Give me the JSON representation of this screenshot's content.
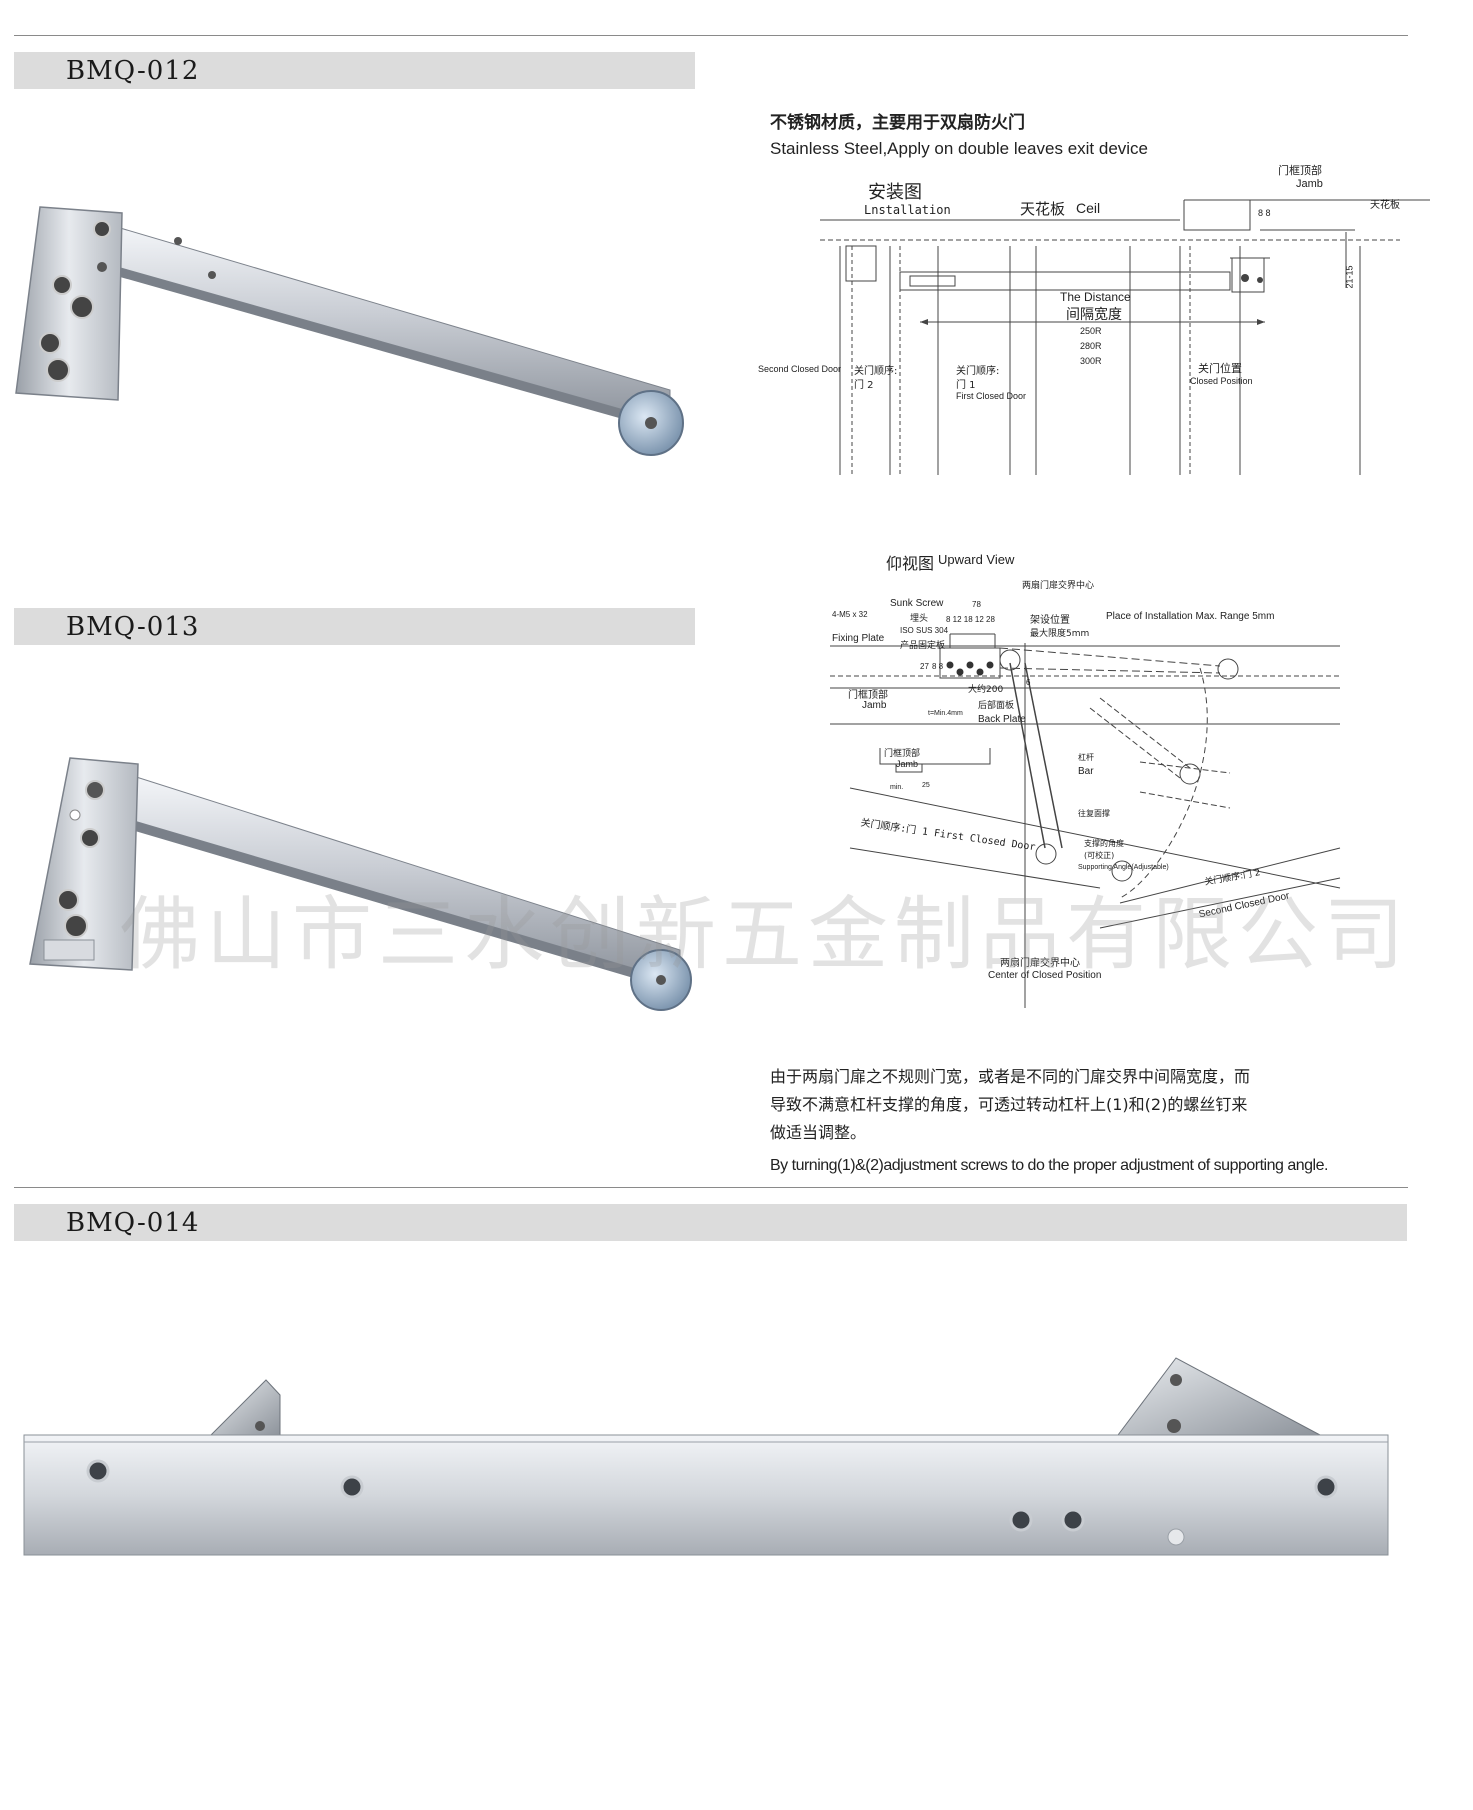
{
  "sections": {
    "bmq012": "BMQ-012",
    "bmq013": "BMQ-013",
    "bmq014": "BMQ-014"
  },
  "spec": {
    "zh": "不锈钢材质，主要用于双扇防火门",
    "en": "Stainless Steel,Apply on double leaves exit device"
  },
  "install": {
    "title_zh": "安装图",
    "title_en": "Lnstallation",
    "ceil_zh": "天花板",
    "ceil_en": "Ceil",
    "jamb_zh": "门框顶部",
    "jamb_en": "Jamb",
    "ceil_right": "天花板",
    "dim_88": "8 8",
    "dim_2115": "21-15",
    "distance_en": "The Distance",
    "distance_zh": "间隔宽度",
    "d1": "250R",
    "d2": "280R",
    "d3": "300R",
    "second_closed": "Second Closed Door",
    "order2_zh": "关门顺序:",
    "order2_door": "门 2",
    "order1_zh": "关门顺序:",
    "order1_door": "门 1",
    "first_closed": "First Closed Door",
    "closed_pos_zh": "关门位置",
    "closed_pos_en": "Closed Position"
  },
  "upward": {
    "title_zh": "仰视图",
    "title_en": "Upward View",
    "center_top": "两扇门扉交界中心",
    "sunk_screw": "Sunk Screw",
    "sunk_zh": "埋头",
    "m5": "4-M5 x 32",
    "iso": "ISO SUS 304",
    "fixing_en": "Fixing Plate",
    "fixing_zh": "产品固定板",
    "dim78": "78",
    "dims": "8 12 18 12 28",
    "place_zh": "架设位置",
    "place_max_zh": "最大限度5mm",
    "place_en": "Place of Installation Max. Range 5mm",
    "dim27": "27",
    "dim88": "8 8",
    "approx200": "大约200",
    "dim6": "6",
    "jamb_zh": "门框顶部",
    "jamb_en": "Jamb",
    "tmin": "t=Min.4mm",
    "back_zh": "后部面板",
    "back_en": "Back Plate",
    "jamb2_zh": "门框顶部",
    "jamb2_en": "Jamb",
    "min": "min.",
    "dim25": "25",
    "bar_zh": "杠杆",
    "bar_en": "Bar",
    "roller_zh": "往复面撑",
    "support_zh": "支撑的角度",
    "support_zh2": "(可校正)",
    "support_en": "Supporting Angle(Adjustable)",
    "first_door": "关门顺序:门 1 First Closed Door",
    "second_door_zh": "关门顺序:门 2",
    "second_door_en": "Second Closed Door",
    "center_zh": "两扇门扉交界中心",
    "center_en": "Center of Closed Position"
  },
  "notes": {
    "zh_line1": "由于两扇门扉之不规则门宽，或者是不同的门扉交界中间隔宽度，而",
    "zh_line2": "导致不满意杠杆支撑的角度，可透过转动杠杆上(1)和(2)的螺丝钉来",
    "zh_line3": "做适当调整。",
    "en": "By turning(1)&(2)adjustment screws to do the proper adjustment of supporting angle."
  },
  "watermark": "佛山市三水创新五金制品有限公司"
}
